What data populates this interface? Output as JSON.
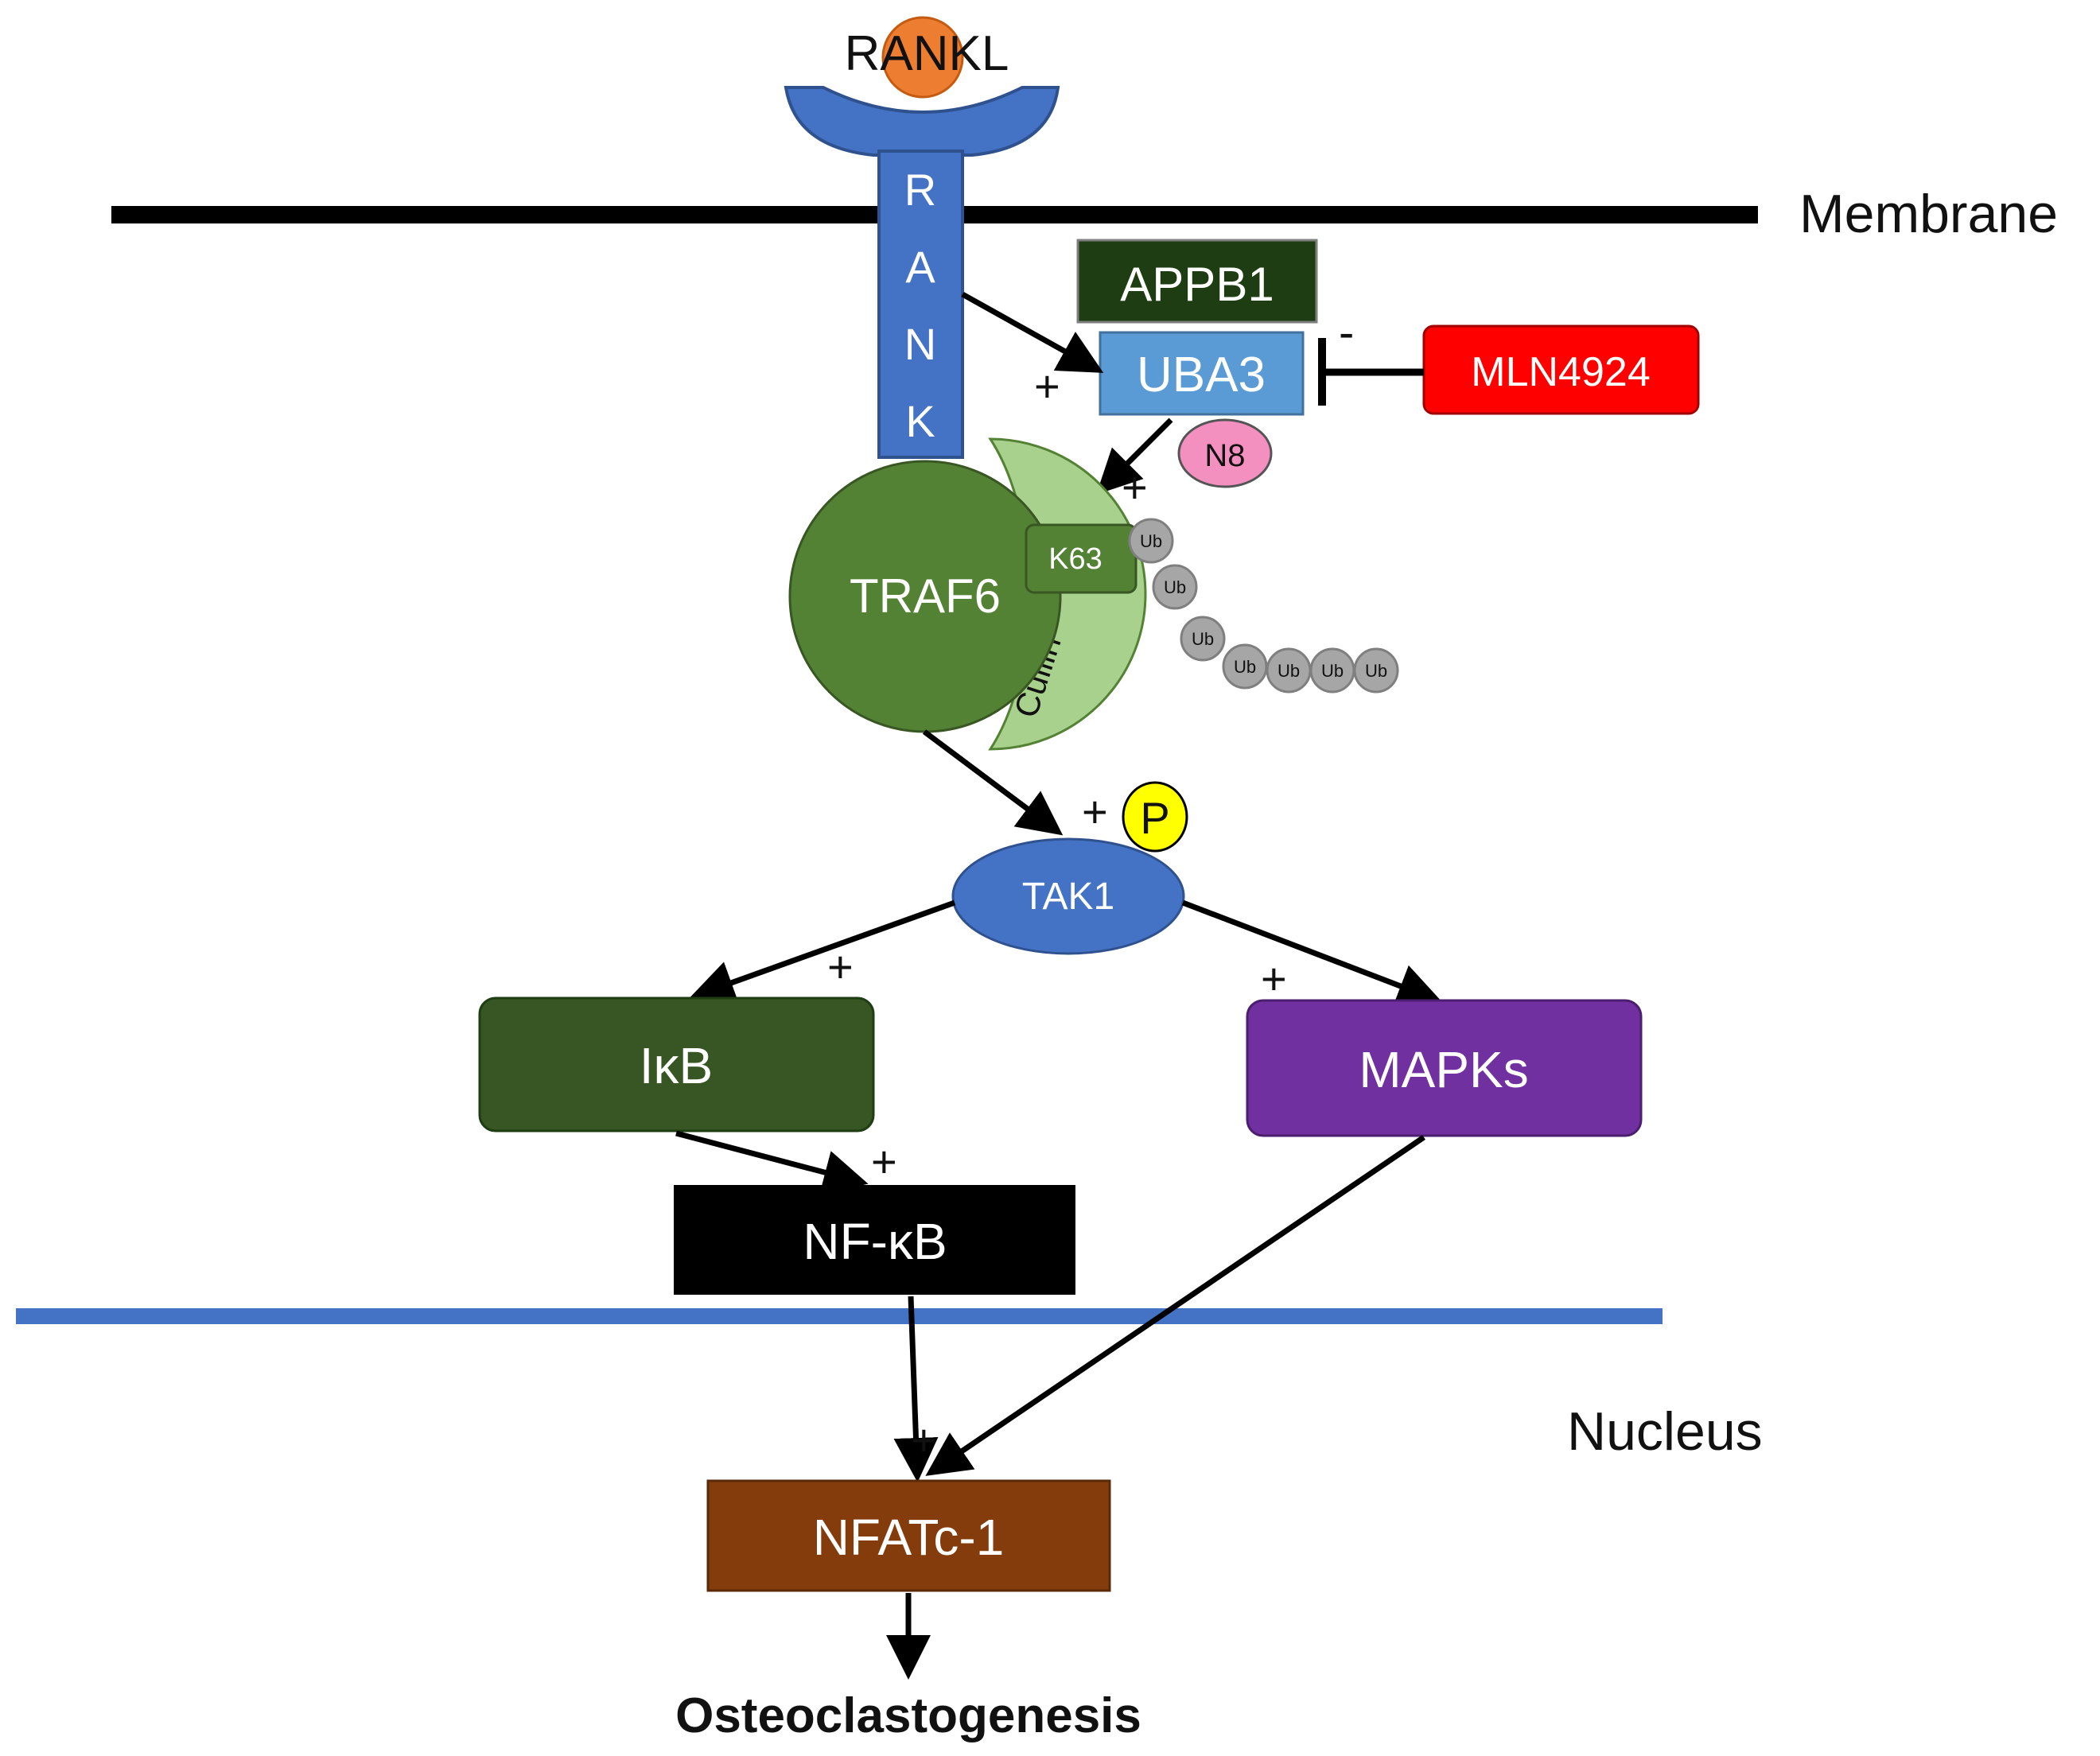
{
  "ligand": "RANKL",
  "receptor_letters": [
    "R",
    "A",
    "N",
    "K"
  ],
  "compartments": {
    "membrane": "Membrane",
    "nucleus": "Nucleus"
  },
  "nodes": {
    "appb1": "APPB1",
    "uba3": "UBA3",
    "mln4924": "MLN4924",
    "n8": "N8",
    "traf6": "TRAF6",
    "k63": "K63",
    "cullin": "Cullin",
    "ub": "Ub",
    "p": "P",
    "tak1": "TAK1",
    "ikb": "IκB",
    "mapks": "MAPKs",
    "nfkb": "NF-κB",
    "nfatc1": "NFATc-1",
    "outcome": "Osteoclastogenesis"
  },
  "signs": {
    "plus": "+",
    "minus": "-"
  },
  "colors": {
    "rankl": "#ed7d31",
    "rank": "#4472c4",
    "appb1": "#1e3d12",
    "uba3": "#5b9bd5",
    "mln4924": "#ff0000",
    "n8": "#f490c0",
    "traf6": "#548235",
    "cullin": "#a9d18e",
    "ub": "#a6a6a6",
    "p": "#ffff00",
    "tak1": "#4472c4",
    "ikb": "#375623",
    "mapks": "#7030a0",
    "nfkb": "#000000",
    "nfatc1": "#843c0c",
    "membrane": "#000000",
    "nuclear_envelope": "#4472c4"
  }
}
